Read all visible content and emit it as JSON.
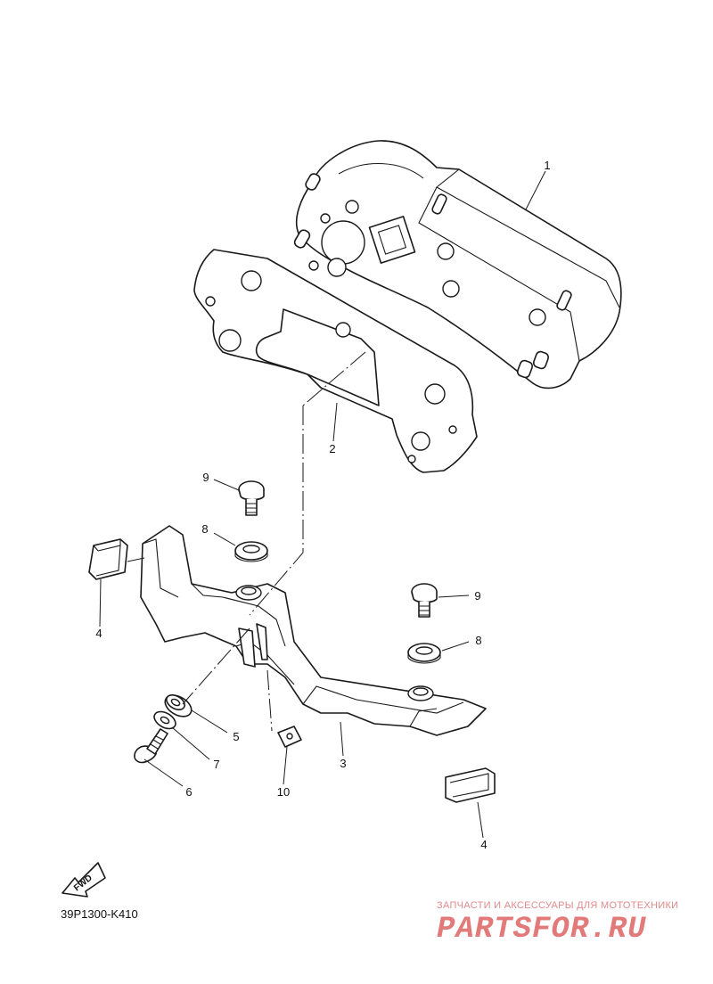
{
  "callouts": {
    "c1": "1",
    "c2": "2",
    "c3": "3",
    "c4a": "4",
    "c4b": "4",
    "c5": "5",
    "c6": "6",
    "c7": "7",
    "c8a": "8",
    "c8b": "8",
    "c9a": "9",
    "c9b": "9",
    "c10": "10"
  },
  "fwd_label": "FWD",
  "diagram_code": "39P1300-K410",
  "watermark": {
    "tagline": "ЗАПЧАСТИ И АКСЕССУАРЫ ДЛЯ МОТОТЕХНИКИ",
    "logo": "PARTSFOR.RU"
  }
}
